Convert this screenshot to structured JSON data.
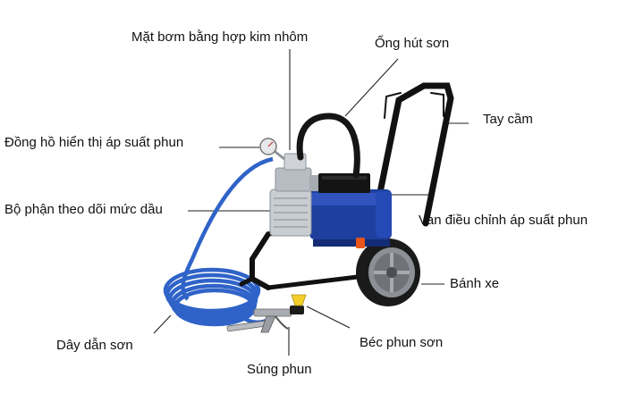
{
  "labels": {
    "pump_face": "Mặt bơm bằng hợp kim nhôm",
    "suction_hose": "Ống hút sơn",
    "handle": "Tay cầm",
    "pressure_gauge": "Đồng hồ hiển thị áp suất phun",
    "oil_level_monitor": "Bộ phận theo dõi mức dầu",
    "pressure_valve": "Van điều chỉnh áp suất phun",
    "wheel": "Bánh xe",
    "paint_hose": "Dây dẫn sơn",
    "spray_nozzle": "Béc phun sơn",
    "spray_gun": "Súng phun"
  },
  "colors": {
    "frame": "#111111",
    "motor": "#1f3f9e",
    "motor_highlight": "#3f64d8",
    "pump_metal": "#c8cdd2",
    "paint_hose": "#2f63c8",
    "tire": "#1a1a1a",
    "hub": "#8c9096",
    "leader": "#222222",
    "switch": "#e8541a"
  }
}
